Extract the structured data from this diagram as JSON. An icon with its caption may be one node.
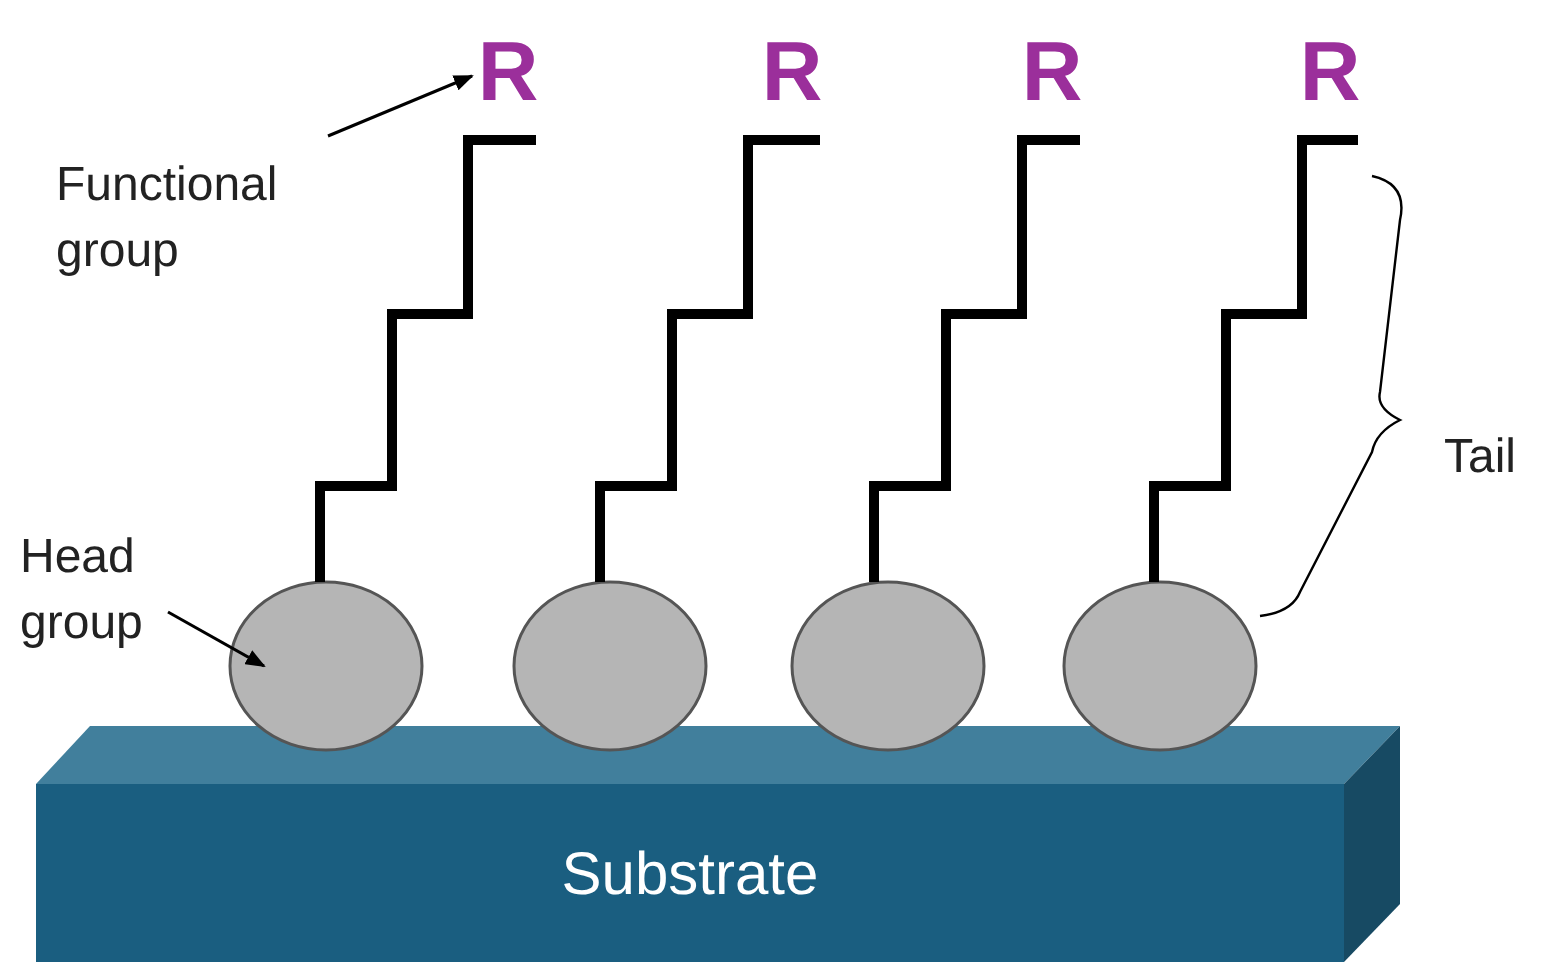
{
  "diagram": {
    "nodes": [
      {
        "text": [
          "Substrate"
        ]
      },
      {
        "text": [
          "R"
        ]
      },
      {
        "text": [
          "R"
        ]
      },
      {
        "text": [
          "R"
        ]
      },
      {
        "text": [
          "R"
        ]
      },
      {
        "text": [],
        "shape": "circle"
      },
      {
        "text": [],
        "shape": "circle"
      },
      {
        "text": [],
        "shape": "circle"
      },
      {
        "text": [],
        "shape": "circle"
      },
      {
        "text": [
          "Functional group"
        ]
      },
      {
        "text": [
          "Head group"
        ]
      }
    ],
    "edges": [
      {
        "from": 9,
        "to": 1,
        "arrow": "to"
      },
      {
        "from": 10,
        "to": 5,
        "arrow": "to"
      },
      {
        "from": 5,
        "to": 1,
        "arrow": "none"
      },
      {
        "from": 6,
        "to": 2,
        "arrow": "none"
      },
      {
        "from": 7,
        "to": 3,
        "arrow": "none"
      },
      {
        "from": 8,
        "to": 4,
        "arrow": "none"
      }
    ],
    "labels": [
      "Tail"
    ]
  }
}
